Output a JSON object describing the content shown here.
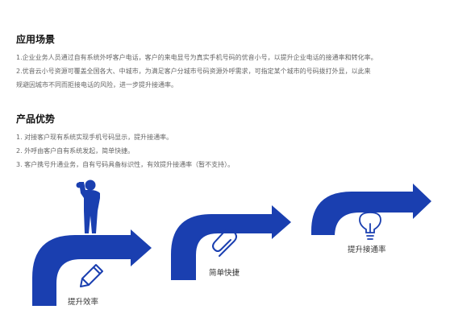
{
  "scenarios": {
    "title": "应用场景",
    "lines": [
      "1.企业业务人员通过自有系统外呼客户电话，客户的来电显号为真实手机号码的优音小号，以提升企业电话的接通率和转化率。",
      "2.优音云小号资源可覆盖全国各大、中城市，为满足客户分城市号码资源外呼需求，可指定某个城市的号码拨打外显，以此来",
      "规避因城市不同而拒接电话的风险，进一步提升接通率。"
    ]
  },
  "advantages": {
    "title": "产品优势",
    "lines": [
      "1. 对接客户现有系统实现手机号码显示，提升接通率。",
      "2. 外呼由客户自有系统发起，简单快捷。",
      "3. 客户携号升通业务，自有号码具备标识性，有效提升接通率（暂不支持）。"
    ]
  },
  "steps": [
    {
      "label": "提升效率",
      "icon": "pencil-icon"
    },
    {
      "label": "简单快捷",
      "icon": "paperclip-icon"
    },
    {
      "label": "提升接通率",
      "icon": "lightbulb-icon"
    }
  ],
  "colors": {
    "accent": "#1a3fb0",
    "icon_stroke": "#1a3fb0"
  },
  "person_icon": "thumbs-up-person-icon"
}
